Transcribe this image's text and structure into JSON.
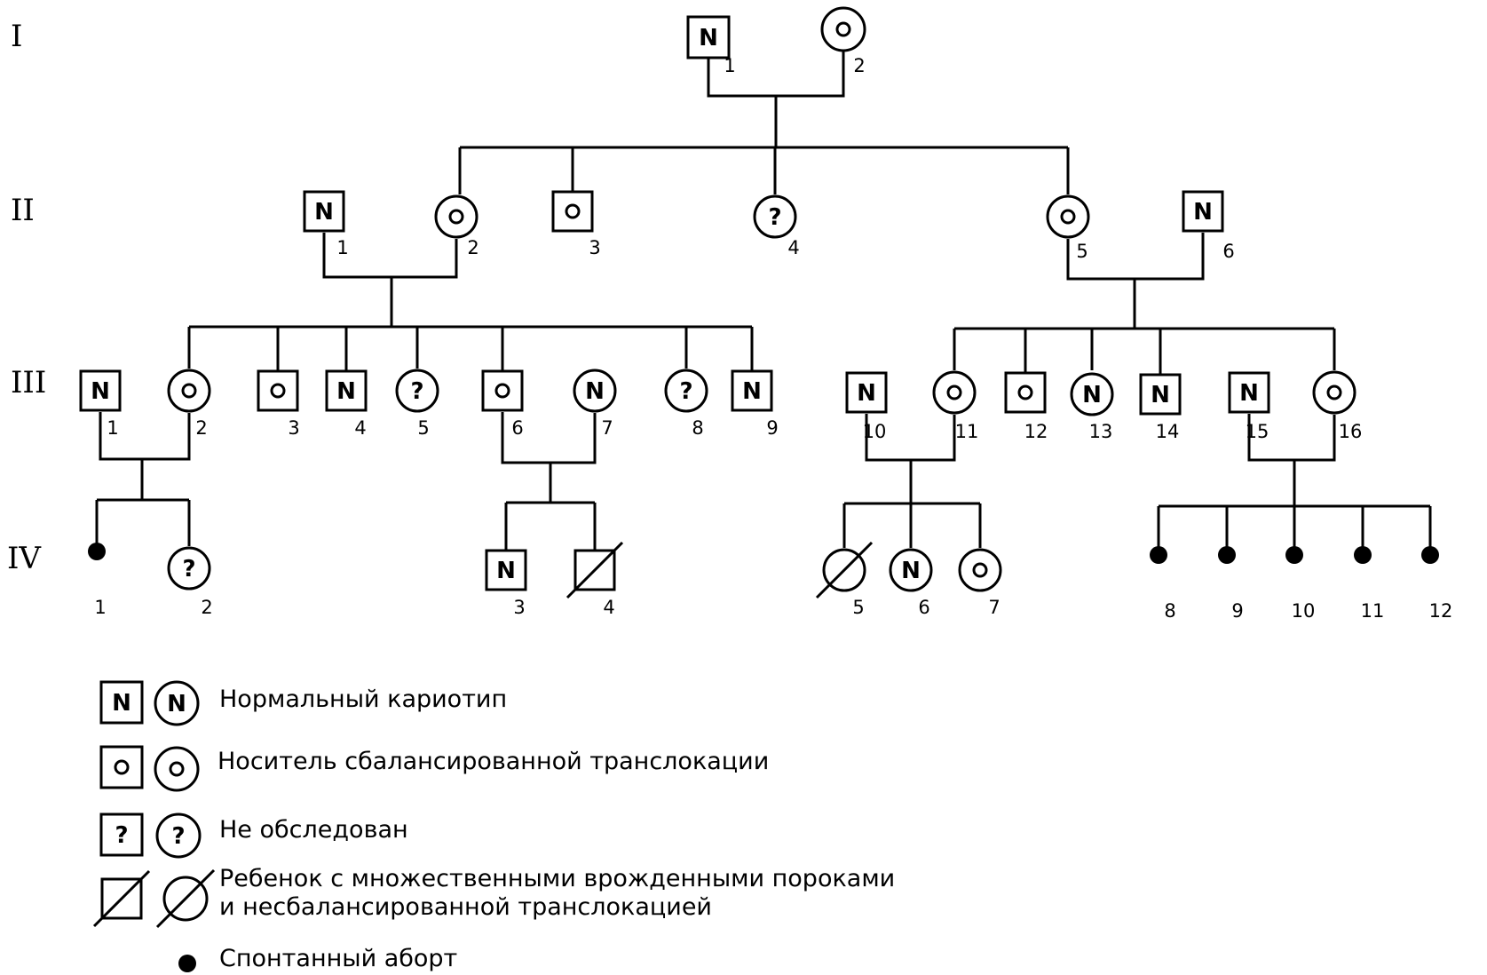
{
  "generations": [
    "I",
    "II",
    "III",
    "IV"
  ],
  "symbols": {
    "normal": "N",
    "unexamined": "?"
  },
  "individuals": [
    {
      "id": "I-1",
      "generation": "I",
      "number": "1",
      "sex": "male",
      "status": "normal"
    },
    {
      "id": "I-2",
      "generation": "I",
      "number": "2",
      "sex": "female",
      "status": "carrier"
    },
    {
      "id": "II-1",
      "generation": "II",
      "number": "1",
      "sex": "male",
      "status": "normal"
    },
    {
      "id": "II-2",
      "generation": "II",
      "number": "2",
      "sex": "female",
      "status": "carrier"
    },
    {
      "id": "II-3",
      "generation": "II",
      "number": "3",
      "sex": "male",
      "status": "carrier"
    },
    {
      "id": "II-4",
      "generation": "II",
      "number": "4",
      "sex": "female",
      "status": "unexamined"
    },
    {
      "id": "II-5",
      "generation": "II",
      "number": "5",
      "sex": "female",
      "status": "carrier"
    },
    {
      "id": "II-6",
      "generation": "II",
      "number": "6",
      "sex": "male",
      "status": "normal"
    },
    {
      "id": "III-1",
      "generation": "III",
      "number": "1",
      "sex": "male",
      "status": "normal"
    },
    {
      "id": "III-2",
      "generation": "III",
      "number": "2",
      "sex": "female",
      "status": "carrier"
    },
    {
      "id": "III-3",
      "generation": "III",
      "number": "3",
      "sex": "male",
      "status": "carrier"
    },
    {
      "id": "III-4",
      "generation": "III",
      "number": "4",
      "sex": "male",
      "status": "normal"
    },
    {
      "id": "III-5",
      "generation": "III",
      "number": "5",
      "sex": "female",
      "status": "unexamined"
    },
    {
      "id": "III-6",
      "generation": "III",
      "number": "6",
      "sex": "male",
      "status": "carrier"
    },
    {
      "id": "III-7",
      "generation": "III",
      "number": "7",
      "sex": "female",
      "status": "normal"
    },
    {
      "id": "III-8",
      "generation": "III",
      "number": "8",
      "sex": "female",
      "status": "unexamined"
    },
    {
      "id": "III-9",
      "generation": "III",
      "number": "9",
      "sex": "male",
      "status": "normal"
    },
    {
      "id": "III-10",
      "generation": "III",
      "number": "10",
      "sex": "male",
      "status": "normal"
    },
    {
      "id": "III-11",
      "generation": "III",
      "number": "11",
      "sex": "female",
      "status": "carrier"
    },
    {
      "id": "III-12",
      "generation": "III",
      "number": "12",
      "sex": "male",
      "status": "carrier"
    },
    {
      "id": "III-13",
      "generation": "III",
      "number": "13",
      "sex": "female",
      "status": "normal"
    },
    {
      "id": "III-14",
      "generation": "III",
      "number": "14",
      "sex": "male",
      "status": "normal"
    },
    {
      "id": "III-15",
      "generation": "III",
      "number": "15",
      "sex": "male",
      "status": "normal"
    },
    {
      "id": "III-16",
      "generation": "III",
      "number": "16",
      "sex": "female",
      "status": "carrier"
    },
    {
      "id": "IV-1",
      "generation": "IV",
      "number": "1",
      "sex": "unknown",
      "status": "abortion"
    },
    {
      "id": "IV-2",
      "generation": "IV",
      "number": "2",
      "sex": "female",
      "status": "unexamined"
    },
    {
      "id": "IV-3",
      "generation": "IV",
      "number": "3",
      "sex": "male",
      "status": "normal"
    },
    {
      "id": "IV-4",
      "generation": "IV",
      "number": "4",
      "sex": "male",
      "status": "affected"
    },
    {
      "id": "IV-5",
      "generation": "IV",
      "number": "5",
      "sex": "female",
      "status": "affected"
    },
    {
      "id": "IV-6",
      "generation": "IV",
      "number": "6",
      "sex": "female",
      "status": "normal"
    },
    {
      "id": "IV-7",
      "generation": "IV",
      "number": "7",
      "sex": "female",
      "status": "carrier"
    },
    {
      "id": "IV-8",
      "generation": "IV",
      "number": "8",
      "sex": "unknown",
      "status": "abortion"
    },
    {
      "id": "IV-9",
      "generation": "IV",
      "number": "9",
      "sex": "unknown",
      "status": "abortion"
    },
    {
      "id": "IV-10",
      "generation": "IV",
      "number": "10",
      "sex": "unknown",
      "status": "abortion"
    },
    {
      "id": "IV-11",
      "generation": "IV",
      "number": "11",
      "sex": "unknown",
      "status": "abortion"
    },
    {
      "id": "IV-12",
      "generation": "IV",
      "number": "12",
      "sex": "unknown",
      "status": "abortion"
    }
  ],
  "families": [
    {
      "father": "I-1",
      "mother": "I-2",
      "children": [
        "II-2",
        "II-3",
        "II-4",
        "II-5"
      ]
    },
    {
      "father": "II-1",
      "mother": "II-2",
      "children": [
        "III-2",
        "III-3",
        "III-4",
        "III-5",
        "III-6",
        "III-8",
        "III-9"
      ]
    },
    {
      "father": "II-6",
      "mother": "II-5",
      "children": [
        "III-11",
        "III-12",
        "III-13",
        "III-14",
        "III-16"
      ]
    },
    {
      "father": "III-1",
      "mother": "III-2",
      "children": [
        "IV-1",
        "IV-2"
      ]
    },
    {
      "father": "III-6",
      "mother": "III-7",
      "children": [
        "IV-3",
        "IV-4"
      ]
    },
    {
      "father": "III-10",
      "mother": "III-11",
      "children": [
        "IV-5",
        "IV-6",
        "IV-7"
      ]
    },
    {
      "father": "III-15",
      "mother": "III-16",
      "children": [
        "IV-8",
        "IV-9",
        "IV-10",
        "IV-11",
        "IV-12"
      ]
    }
  ],
  "legend": [
    {
      "status": "normal",
      "label": "Нормальный кариотип"
    },
    {
      "status": "carrier",
      "label": "Носитель сбалансированной транслокации"
    },
    {
      "status": "unexamined",
      "label": "Не обследован"
    },
    {
      "status": "affected",
      "label": "Ребенок с множественными врожденными пороками",
      "label2": "и несбалансированной транслокацией"
    },
    {
      "status": "abortion",
      "label": "Спонтанный аборт"
    }
  ]
}
